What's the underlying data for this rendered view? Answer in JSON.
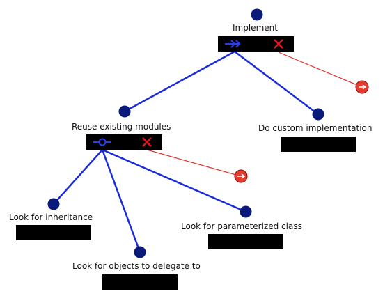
{
  "nodes": [
    {
      "id": "implement",
      "label": "Implement",
      "box": "and-or",
      "box_icons": [
        "double-arrow-icon",
        "cross-icon"
      ]
    },
    {
      "id": "reuse",
      "label": "Reuse existing modules",
      "box": "and-or",
      "box_icons": [
        "optional-circle-icon",
        "cross-icon"
      ]
    },
    {
      "id": "custom",
      "label": "Do custom implementation",
      "box": "plain"
    },
    {
      "id": "inheritance",
      "label": "Look for inheritance",
      "box": "plain"
    },
    {
      "id": "delegate",
      "label": "Look for objects to delegate to",
      "box": "plain"
    },
    {
      "id": "param",
      "label": "Look for parameterized class",
      "box": "plain"
    }
  ],
  "edges": [
    {
      "from": "implement",
      "to": "reuse",
      "kind": "decomposition"
    },
    {
      "from": "implement",
      "to": "custom",
      "kind": "decomposition"
    },
    {
      "from": "implement",
      "to": "excluded-1",
      "kind": "exclusion"
    },
    {
      "from": "reuse",
      "to": "inheritance",
      "kind": "decomposition"
    },
    {
      "from": "reuse",
      "to": "delegate",
      "kind": "decomposition"
    },
    {
      "from": "reuse",
      "to": "param",
      "kind": "decomposition"
    },
    {
      "from": "reuse",
      "to": "excluded-2",
      "kind": "exclusion"
    }
  ],
  "colors": {
    "node": "#0a1a7a",
    "decomposition_line": "#1a2bdc",
    "exclusion_line": "#e0332b",
    "exclusion_node": "#e53a2e",
    "box": "#000000",
    "cross": "#e3151c",
    "blue_icon": "#2a3df0"
  }
}
